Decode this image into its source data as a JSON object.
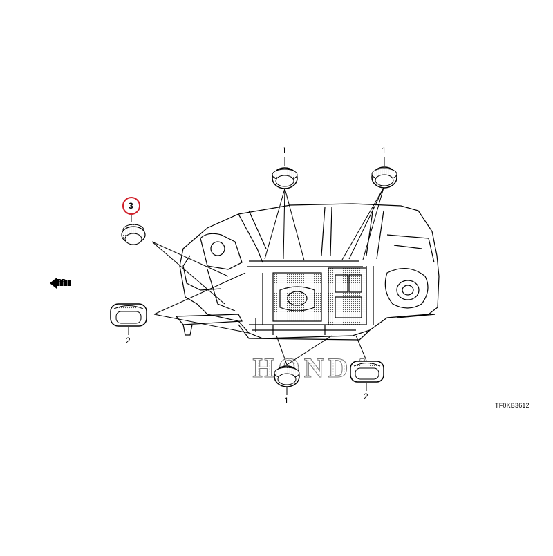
{
  "diagram": {
    "callouts": [
      {
        "id": "c1",
        "label": "1"
      },
      {
        "id": "c2",
        "label": "1"
      },
      {
        "id": "c3",
        "label": "3"
      },
      {
        "id": "c4",
        "label": "2"
      },
      {
        "id": "c5",
        "label": "1"
      },
      {
        "id": "c6",
        "label": "2"
      }
    ],
    "front_label": "FR.",
    "watermark_text": "HONDA",
    "drawing_code": "TF0KB3612",
    "highlight_color": "#d0202a"
  }
}
